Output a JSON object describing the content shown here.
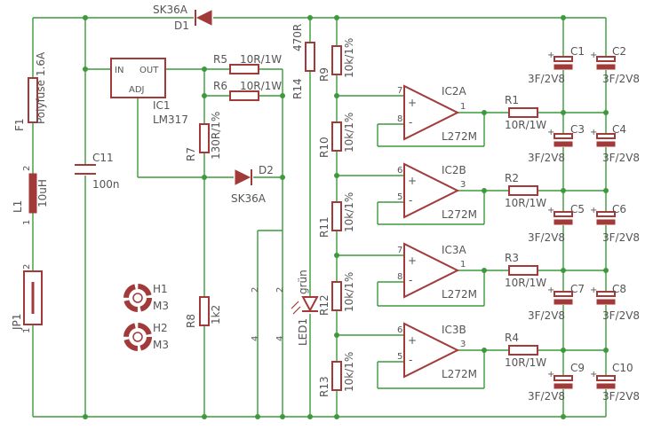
{
  "colors": {
    "wire": "#3c9a3c",
    "part": "#a23a3a",
    "text": "#555555"
  },
  "parts": {
    "D1": {
      "name": "D1",
      "value": "SK36A"
    },
    "D2": {
      "name": "D2",
      "value": "SK36A"
    },
    "IC1": {
      "name": "IC1",
      "value": "LM317",
      "pin_in": "IN",
      "pin_out": "OUT",
      "pin_adj": "ADJ"
    },
    "F1": {
      "name": "F1",
      "value": "Polyfuse 1.6A"
    },
    "L1": {
      "name": "L1",
      "value": "10uH",
      "pin2": "2",
      "pin1": "1"
    },
    "JP1": {
      "name": "JP1",
      "pin2": "2",
      "pin1": "1"
    },
    "C11": {
      "name": "C11",
      "value": "100n"
    },
    "R5": {
      "name": "R5",
      "value": "10R/1W"
    },
    "R6": {
      "name": "R6",
      "value": "10R/1W"
    },
    "R7": {
      "name": "R7",
      "value": "130R/1%"
    },
    "R8": {
      "name": "R8",
      "value": "1k2"
    },
    "R14": {
      "name": "R14",
      "value": "470R"
    },
    "R9": {
      "name": "R9",
      "value": "10k/1%"
    },
    "R10": {
      "name": "R10",
      "value": "10k/1%"
    },
    "R11": {
      "name": "R11",
      "value": "10k/1%"
    },
    "R12": {
      "name": "R12",
      "value": "10k/1%"
    },
    "R13": {
      "name": "R13",
      "value": "10k/1%"
    },
    "H1": {
      "name": "H1",
      "value": "M3"
    },
    "H2": {
      "name": "H2",
      "value": "M3"
    },
    "LED1": {
      "name": "LED1",
      "value": "grün",
      "pin2a": "2",
      "pin2b": "2",
      "pin4a": "4",
      "pin4b": "4"
    },
    "IC2A": {
      "name": "IC2A",
      "value": "L272M",
      "pin_plus": "7",
      "pin_minus": "8",
      "pin_out": "1"
    },
    "IC2B": {
      "name": "IC2B",
      "value": "L272M",
      "pin_plus": "6",
      "pin_minus": "5",
      "pin_out": "3"
    },
    "IC3A": {
      "name": "IC3A",
      "value": "L272M",
      "pin_plus": "7",
      "pin_minus": "8",
      "pin_out": "1"
    },
    "IC3B": {
      "name": "IC3B",
      "value": "L272M",
      "pin_plus": "6",
      "pin_minus": "5",
      "pin_out": "3"
    },
    "R1": {
      "name": "R1",
      "value": "10R/1W"
    },
    "R2": {
      "name": "R2",
      "value": "10R/1W"
    },
    "R3": {
      "name": "R3",
      "value": "10R/1W"
    },
    "R4": {
      "name": "R4",
      "value": "10R/1W"
    },
    "C1": {
      "name": "C1",
      "value": "3F/2V8"
    },
    "C2": {
      "name": "C2",
      "value": "3F/2V8"
    },
    "C3": {
      "name": "C3",
      "value": "3F/2V8"
    },
    "C4": {
      "name": "C4",
      "value": "3F/2V8"
    },
    "C5": {
      "name": "C5",
      "value": "3F/2V8"
    },
    "C6": {
      "name": "C6",
      "value": "3F/2V8"
    },
    "C7": {
      "name": "C7",
      "value": "3F/2V8"
    },
    "C8": {
      "name": "C8",
      "value": "3F/2V8"
    },
    "C9": {
      "name": "C9",
      "value": "3F/2V8"
    },
    "C10": {
      "name": "C10",
      "value": "3F/2V8"
    }
  },
  "symbols": {
    "plus": "+",
    "minus": "-"
  }
}
